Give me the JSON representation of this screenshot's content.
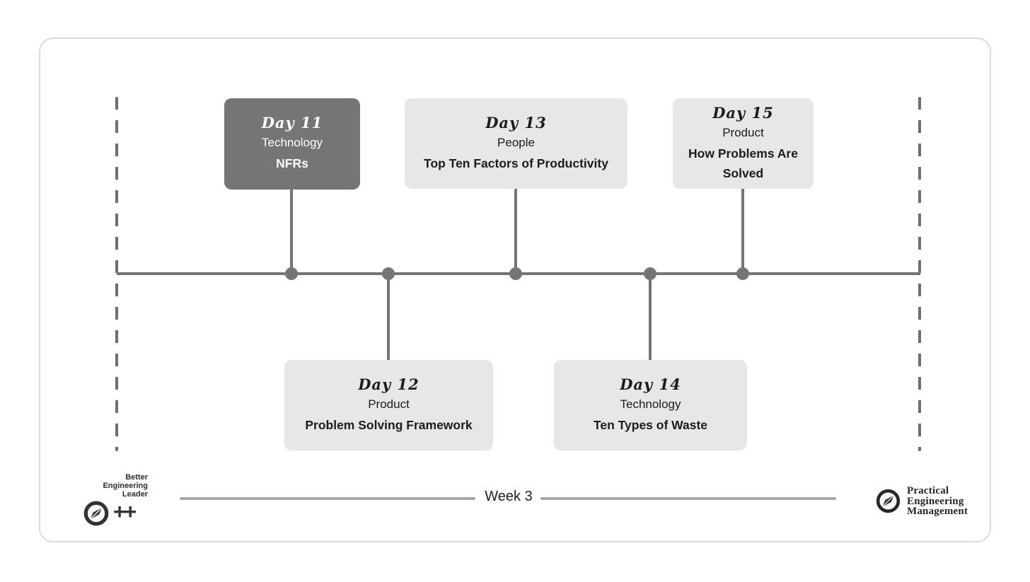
{
  "diagram": {
    "title_context": "weekly-roadmap-timeline",
    "week_label": "Week 3",
    "events": [
      {
        "day": "Day 11",
        "category": "Technology",
        "topic": "NFRs",
        "highlighted": true,
        "side": "top"
      },
      {
        "day": "Day 12",
        "category": "Product",
        "topic": "Problem Solving Framework",
        "highlighted": false,
        "side": "bottom"
      },
      {
        "day": "Day 13",
        "category": "People",
        "topic": "Top Ten Factors of Productivity",
        "highlighted": false,
        "side": "top"
      },
      {
        "day": "Day 14",
        "category": "Technology",
        "topic": "Ten Types of Waste",
        "highlighted": false,
        "side": "bottom"
      },
      {
        "day": "Day 15",
        "category": "Product",
        "topic": "How Problems Are Solved",
        "highlighted": false,
        "side": "top"
      }
    ]
  },
  "branding": {
    "left": {
      "line1": "Better Engineering",
      "line2": "Leader",
      "plus": "++",
      "icon": "compass-icon"
    },
    "right": {
      "line1": "Practical",
      "line2": "Engineering",
      "line3": "Management",
      "icon": "compass-icon"
    }
  },
  "colors": {
    "highlight_card": "#757575",
    "light_card": "#e7e7e7",
    "timeline": "#757575",
    "dashed_boundary": "#6e6e6e",
    "week_divider": "#a6a6a6",
    "frame_border": "#dbdbdb",
    "text_dark": "#1c1c1c",
    "text_light": "#ffffff"
  }
}
